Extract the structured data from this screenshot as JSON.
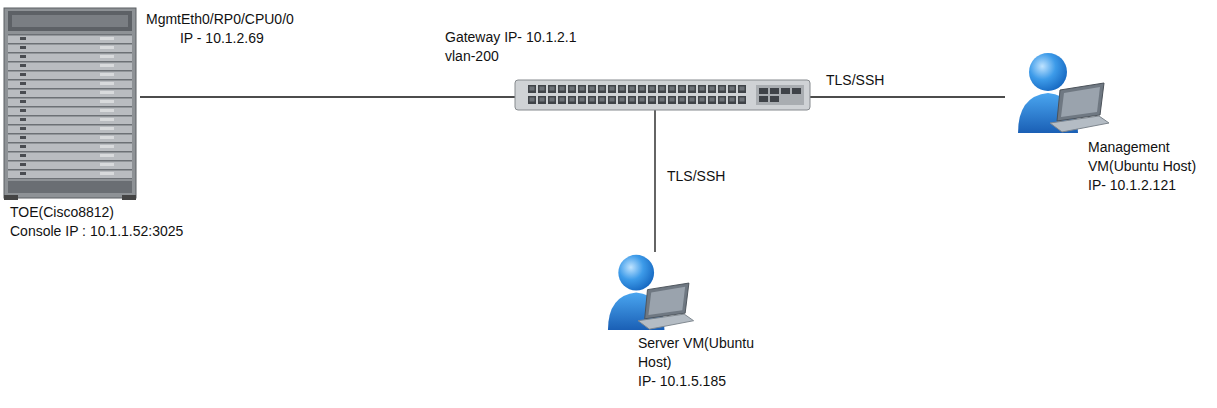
{
  "diagram": {
    "nodes": [
      {
        "text": [
          "MgmtEth0/RP0/CPU0/0 IP - 10.1.2.69",
          "TOE(Cisco8812) Console IP : 10.1.1.52:3025"
        ]
      },
      {
        "text": [
          "Gateway IP- 10.1.2.1 vlan-200"
        ]
      },
      {
        "text": [
          "Server VM(Ubuntu Host) IP- 10.1.5.185"
        ]
      },
      {
        "text": [
          "Management VM(Ubuntu Host) IP- 10.1.2.121"
        ]
      }
    ],
    "edges": [
      {
        "from": 0,
        "to": 1,
        "arrow": "none"
      },
      {
        "from": 1,
        "to": 3,
        "label": "TLS/SSH",
        "arrow": "none"
      },
      {
        "from": 1,
        "to": 2,
        "label": "TLS/SSH",
        "arrow": "none"
      }
    ]
  }
}
